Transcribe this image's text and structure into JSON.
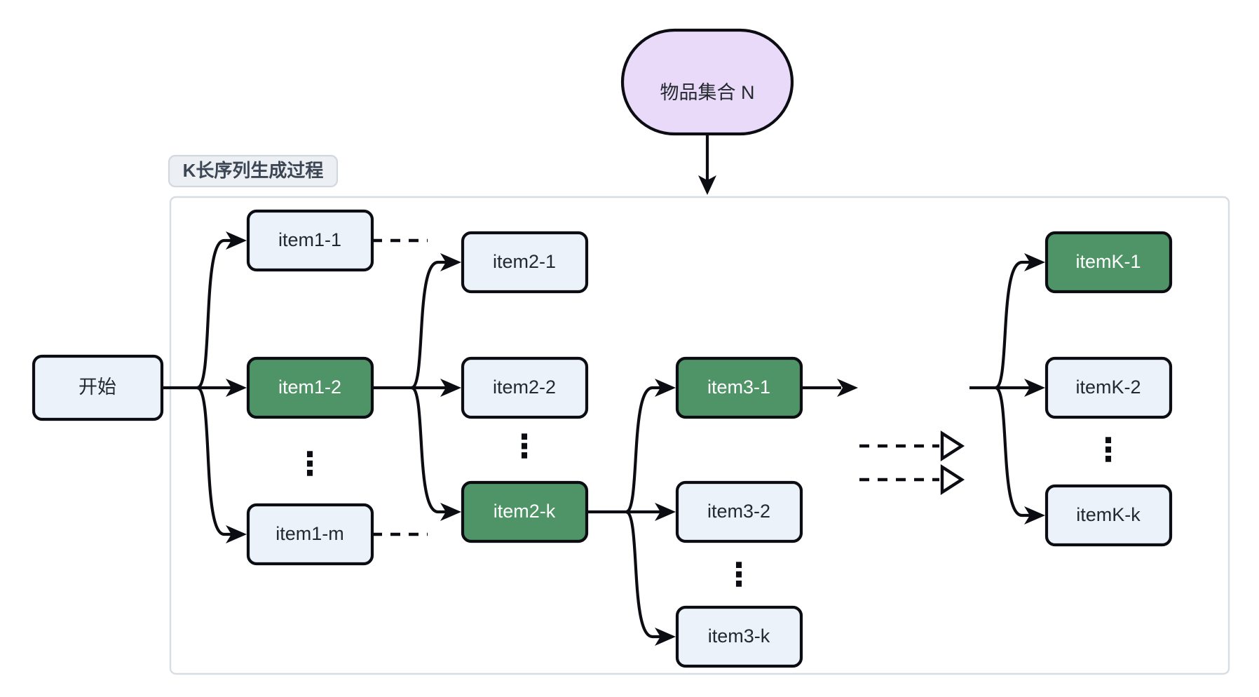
{
  "diagram": {
    "title_node": {
      "label": "物品集合 N",
      "shape": "stadium",
      "fill": "#E8DAF8"
    },
    "subgraph": {
      "label": "K长序列生成过程",
      "label_fill": "#eceff3",
      "border": "#d8dce3"
    },
    "start_node": {
      "label": "开始",
      "fill": "#ECF2FA"
    },
    "colors": {
      "node_fill_light": "#ECF2FA",
      "node_fill_highlight": "#4E9467",
      "node_stroke": "#0b0d13",
      "text_dark": "#24292e",
      "text_on_highlight": "#ffffff",
      "purple_fill": "#E8DAF8"
    },
    "columns": [
      {
        "name": "step-1",
        "nodes": [
          {
            "label": "item1-1",
            "highlight": false
          },
          {
            "label": "item1-2",
            "highlight": true
          },
          {
            "label": "item1-m",
            "highlight": false
          }
        ],
        "ellipsis": "⋮"
      },
      {
        "name": "step-2",
        "nodes": [
          {
            "label": "item2-1",
            "highlight": false
          },
          {
            "label": "item2-2",
            "highlight": false
          },
          {
            "label": "item2-k",
            "highlight": true
          }
        ],
        "ellipsis": "⋮"
      },
      {
        "name": "step-3",
        "nodes": [
          {
            "label": "item3-1",
            "highlight": true
          },
          {
            "label": "item3-2",
            "highlight": false
          },
          {
            "label": "item3-k",
            "highlight": false
          }
        ],
        "ellipsis": "⋮"
      },
      {
        "name": "step-K",
        "nodes": [
          {
            "label": "itemK-1",
            "highlight": true
          },
          {
            "label": "itemK-2",
            "highlight": false
          },
          {
            "label": "itemK-k",
            "highlight": false
          }
        ],
        "ellipsis": "⋮"
      }
    ],
    "dashed_continuation_arrows": 2
  }
}
